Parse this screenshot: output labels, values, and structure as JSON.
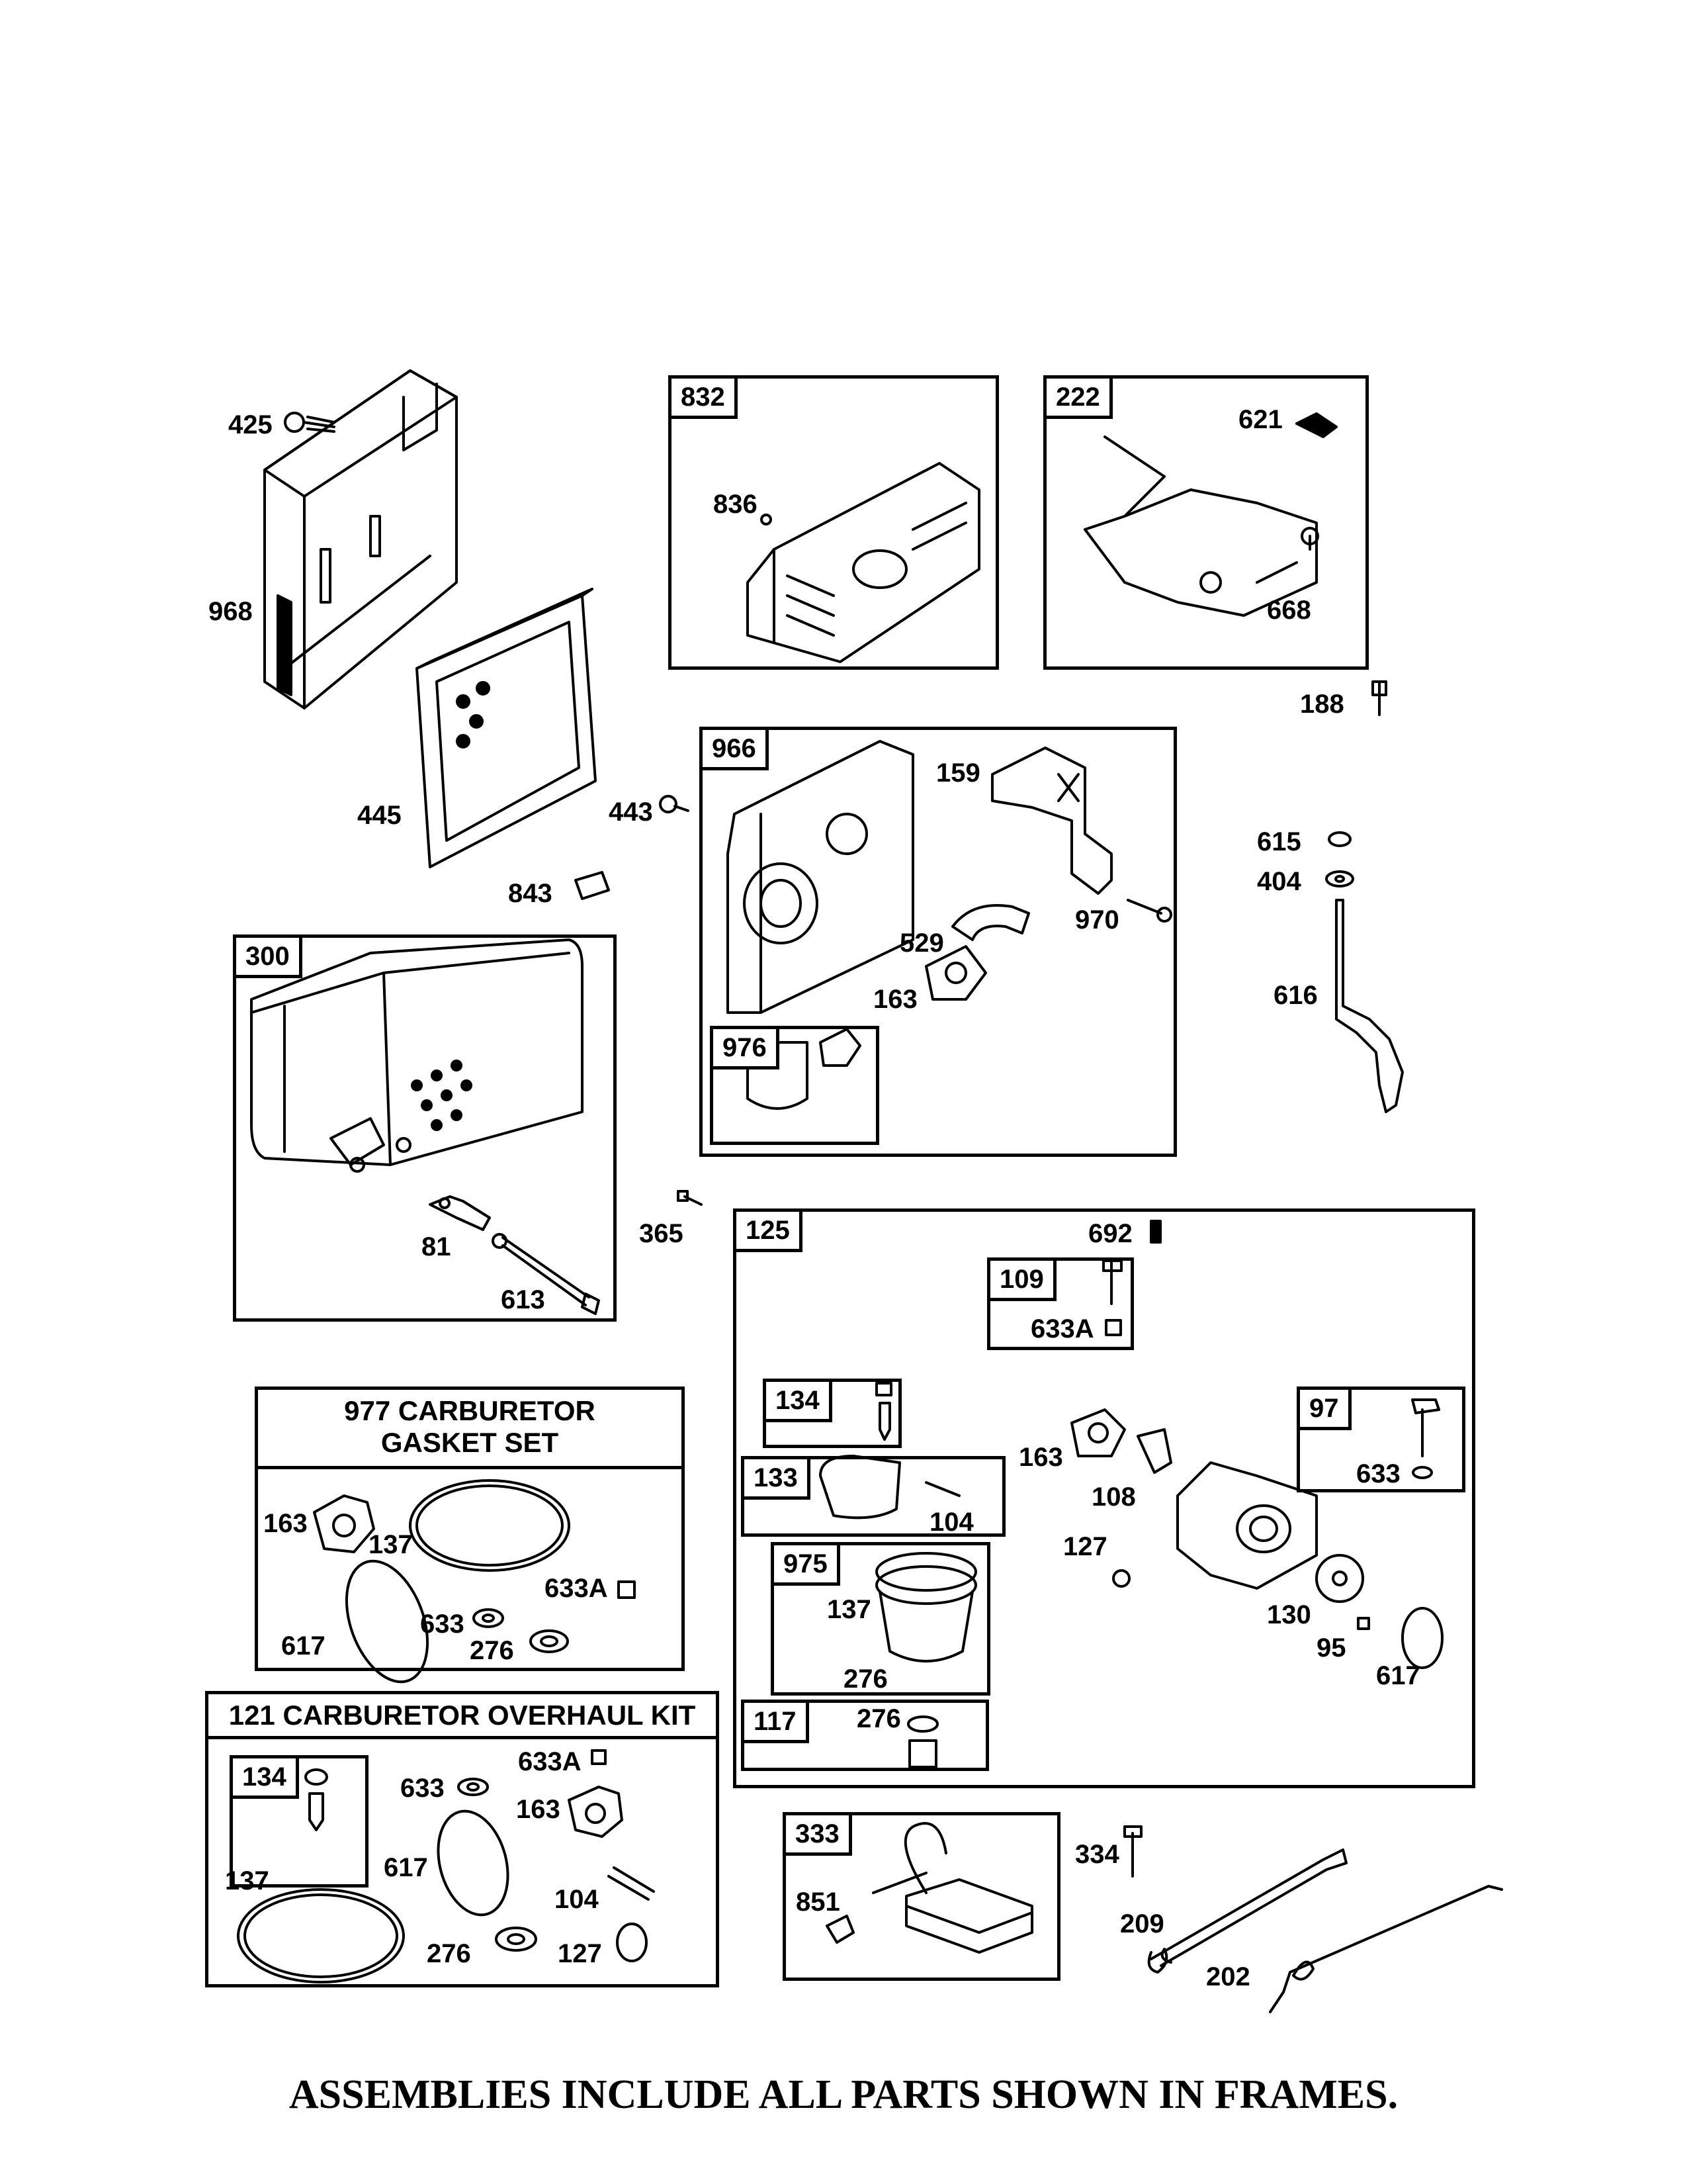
{
  "frames": [
    {
      "id": "832",
      "tag": "832"
    },
    {
      "id": "222",
      "tag": "222"
    },
    {
      "id": "966",
      "tag": "966"
    },
    {
      "id": "976",
      "tag": "976"
    },
    {
      "id": "300",
      "tag": "300"
    },
    {
      "id": "125",
      "tag": "125"
    },
    {
      "id": "109",
      "tag": "109"
    },
    {
      "id": "134a",
      "tag": "134"
    },
    {
      "id": "97",
      "tag": "97"
    },
    {
      "id": "133",
      "tag": "133"
    },
    {
      "id": "975",
      "tag": "975"
    },
    {
      "id": "117",
      "tag": "117"
    },
    {
      "id": "134b",
      "tag": "134"
    },
    {
      "id": "333",
      "tag": "333"
    }
  ],
  "kits": {
    "gasket_set": "977 CARBURETOR\nGASKET SET",
    "overhaul_kit": "121 CARBURETOR OVERHAUL KIT"
  },
  "labels": {
    "p425": "425",
    "p968": "968",
    "p445": "445",
    "p836": "836",
    "p621": "621",
    "p668": "668",
    "p188": "188",
    "p443": "443",
    "p843": "843",
    "p159": "159",
    "p970": "970",
    "p529": "529",
    "p163a": "163",
    "p615": "615",
    "p404": "404",
    "p616": "616",
    "p81": "81",
    "p613": "613",
    "p365": "365",
    "p692": "692",
    "p633Aa": "633A",
    "p163b": "163",
    "p108": "108",
    "p633a": "633",
    "p104a": "104",
    "p127a": "127",
    "p137a": "137",
    "p276a": "276",
    "p130": "130",
    "p95": "95",
    "p617a": "617",
    "p276b": "276",
    "p163c": "163",
    "p137b": "137",
    "p633Ab": "633A",
    "p617b": "617",
    "p633b": "633",
    "p276c": "276",
    "p633c": "633",
    "p633Ac": "633A",
    "p163d": "163",
    "p137c": "137",
    "p617c": "617",
    "p104b": "104",
    "p276d": "276",
    "p127b": "127",
    "p334": "334",
    "p851": "851",
    "p209": "209",
    "p202": "202"
  },
  "footer": "ASSEMBLIES INCLUDE ALL PARTS SHOWN IN FRAMES."
}
